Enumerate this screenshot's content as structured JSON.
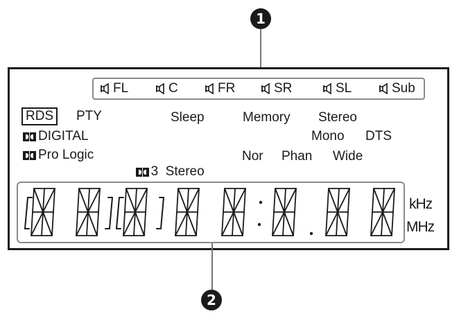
{
  "callouts": [
    "1",
    "2"
  ],
  "speakers": [
    {
      "icon": "speaker-icon",
      "label": "FL"
    },
    {
      "icon": "speaker-icon",
      "label": "C"
    },
    {
      "icon": "speaker-icon",
      "label": "FR"
    },
    {
      "icon": "speaker-icon",
      "label": "SR"
    },
    {
      "icon": "speaker-icon",
      "label": "SL"
    },
    {
      "icon": "speaker-icon",
      "label": "Sub"
    }
  ],
  "indicators": {
    "rds": "RDS",
    "pty": "PTY",
    "sleep": "Sleep",
    "memory": "Memory",
    "stereo_top": "Stereo",
    "digital": "DIGITAL",
    "mono": "Mono",
    "dts": "DTS",
    "pro_logic": "Pro Logic",
    "three_stereo": "3  Stereo",
    "nor": "Nor",
    "phan": "Phan",
    "wide": "Wide"
  },
  "dolby_icon": "dolby-double-d-icon",
  "display": {
    "digits": [
      "88",
      "88",
      "88",
      "88",
      "88",
      "88",
      "88",
      "88"
    ],
    "unit_khz": "kHz",
    "unit_mhz": "MHz"
  }
}
